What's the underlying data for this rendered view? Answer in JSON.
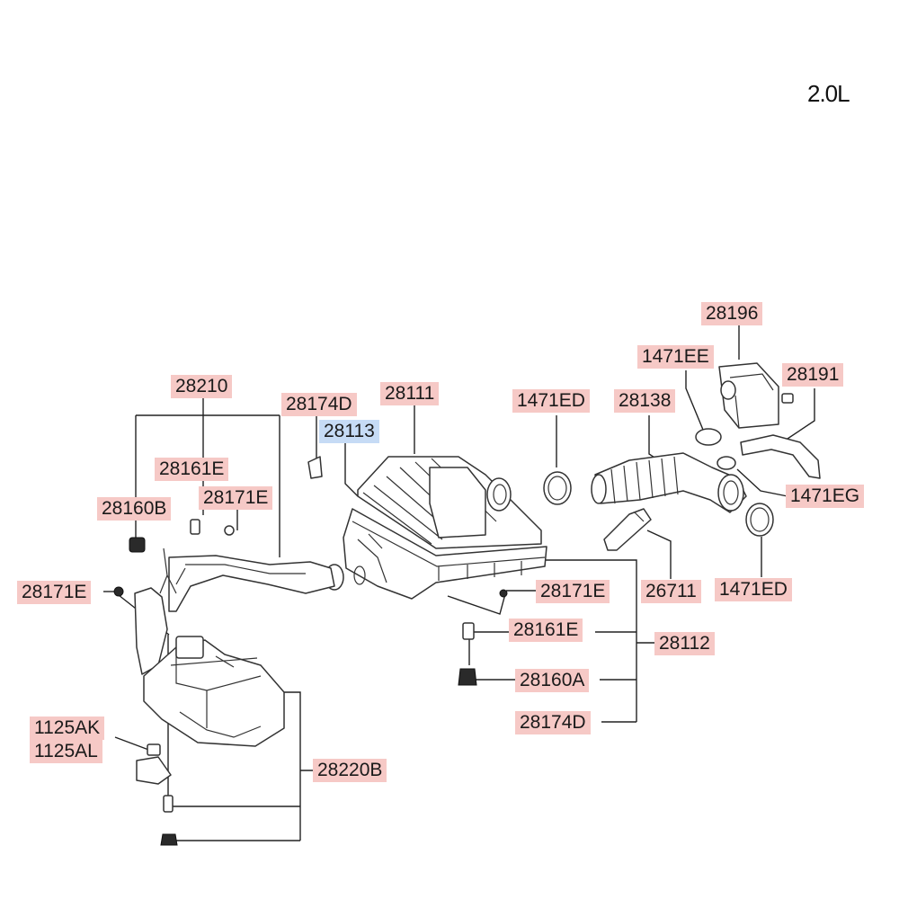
{
  "engine": "2.0L",
  "colors": {
    "part_label_bg": "#f6c9c6",
    "highlight_label_bg": "#c6dbf5",
    "line": "#222222"
  },
  "labels": {
    "p28210": "28210",
    "p28174D_top": "28174D",
    "p28111": "28111",
    "p28113": "28113",
    "p28161E_left": "28161E",
    "p28160B": "28160B",
    "p28171E_left_upper": "28171E",
    "p28171E_left": "28171E",
    "p1125AK": "1125AK",
    "p1125AL": "1125AL",
    "p28220B": "28220B",
    "p28171E_right": "28171E",
    "p28161E_right": "28161E",
    "p28112": "28112",
    "p28160A": "28160A",
    "p28174D_bottom": "28174D",
    "p1471ED_left": "1471ED",
    "p28138": "28138",
    "p1471EE": "1471EE",
    "p28196": "28196",
    "p28191": "28191",
    "p1471EG": "1471EG",
    "p26711": "26711",
    "p1471ED_right": "1471ED"
  }
}
